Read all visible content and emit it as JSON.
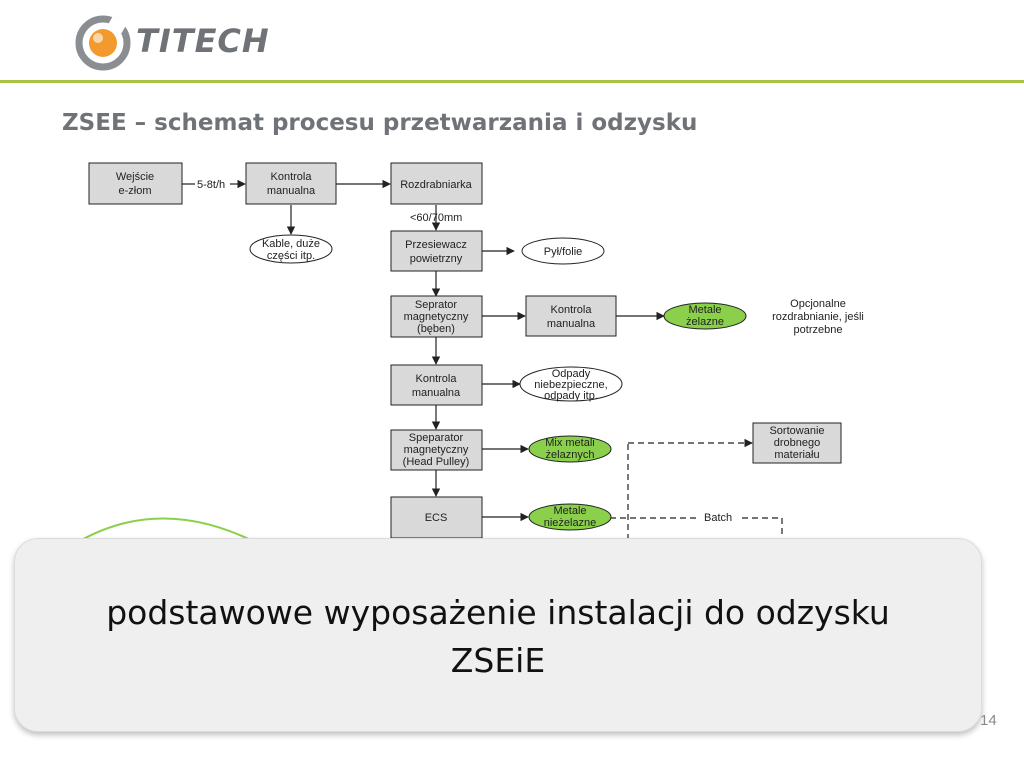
{
  "header": {
    "logo_text": "TITECH",
    "title": "ZSEE – schemat procesu przetwarzania i odzysku"
  },
  "diagram": {
    "nodes": {
      "input": [
        "Wejście",
        "e-złom"
      ],
      "manual1": [
        "Kontrola",
        "manualna"
      ],
      "shredder": [
        "Rozdrabniarka"
      ],
      "cables": [
        "Kable, duże",
        "części itp."
      ],
      "air_sifter": [
        "Przesiewacz",
        "powietrzny"
      ],
      "dust": [
        "Pył/folie"
      ],
      "mag_sep": [
        "Seprator",
        "magnetyczny",
        "(bęben)"
      ],
      "manual2": [
        "Kontrola",
        "manualna"
      ],
      "ferrous": [
        "Metale",
        "żelazne"
      ],
      "optional": [
        "Opcjonalne",
        "rozdrabnianie, jeśli",
        "potrzebne"
      ],
      "manual3": [
        "Kontrola",
        "manualna"
      ],
      "hazard": [
        "Odpady",
        "niebezpieczne,",
        "odpady itp."
      ],
      "head_pulley": [
        "Speparator",
        "magnetyczny",
        "(Head Pulley)"
      ],
      "mix_ferrous": [
        "Mix metali",
        "żelaznych"
      ],
      "fine_sort": [
        "Sortowanie",
        "drobnego",
        "materiału"
      ],
      "ecs": [
        "ECS"
      ],
      "nonferrous": [
        "Metale",
        "nieżelazne"
      ]
    },
    "edge_labels": {
      "rate": "5-8t/h",
      "size": "<60/70mm",
      "batch": "Batch"
    },
    "colors": {
      "box_fill": "#d9d9d9",
      "green_fill": "#8ad04b",
      "line": "#222222"
    }
  },
  "overlay": {
    "line1": "podstawowe wyposażenie instalacji do odzysku",
    "line2": "ZSEiE"
  },
  "page_number": "14",
  "colors": {
    "accent_line": "#a9c23f",
    "title_gray": "#6f7378",
    "logo_orange": "#f29a2e"
  }
}
